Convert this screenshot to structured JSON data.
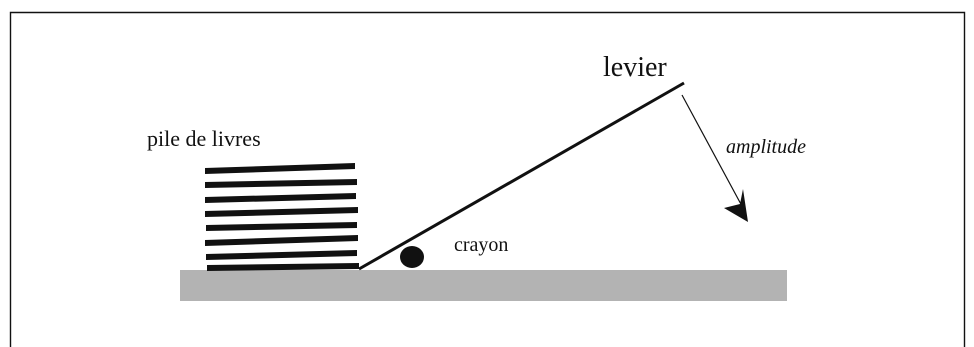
{
  "labels": {
    "books": "pile de livres",
    "lever": "levier",
    "amplitude": "amplitude",
    "pencil": "crayon"
  },
  "colors": {
    "ink": "#111111",
    "table": "#b3b3b3",
    "background": "#ffffff"
  }
}
